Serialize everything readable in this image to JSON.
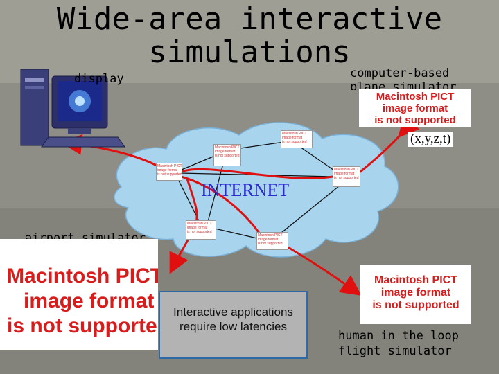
{
  "title": {
    "line1": "Wide-area interactive",
    "line2": "simulations"
  },
  "labels": {
    "display": "display",
    "plane_sim": "computer-based plane simulator",
    "airport_sim": "airport simulator",
    "human_loop": "human in the loop flight simulator",
    "coords": "(x,y,z,t)",
    "internet": "INTERNET"
  },
  "pict_placeholder": {
    "line1": "Macintosh PICT",
    "line2": "image format",
    "line3": "is not supported"
  },
  "callout": {
    "line1": "Interactive applications",
    "line2": "require low latencies"
  },
  "colors": {
    "cloud": "#a9d4ee",
    "link_red": "#e01010",
    "pict_red": "#d81c1c",
    "internet_text": "#2a2ad0",
    "callout_border": "#2f6aa8"
  }
}
